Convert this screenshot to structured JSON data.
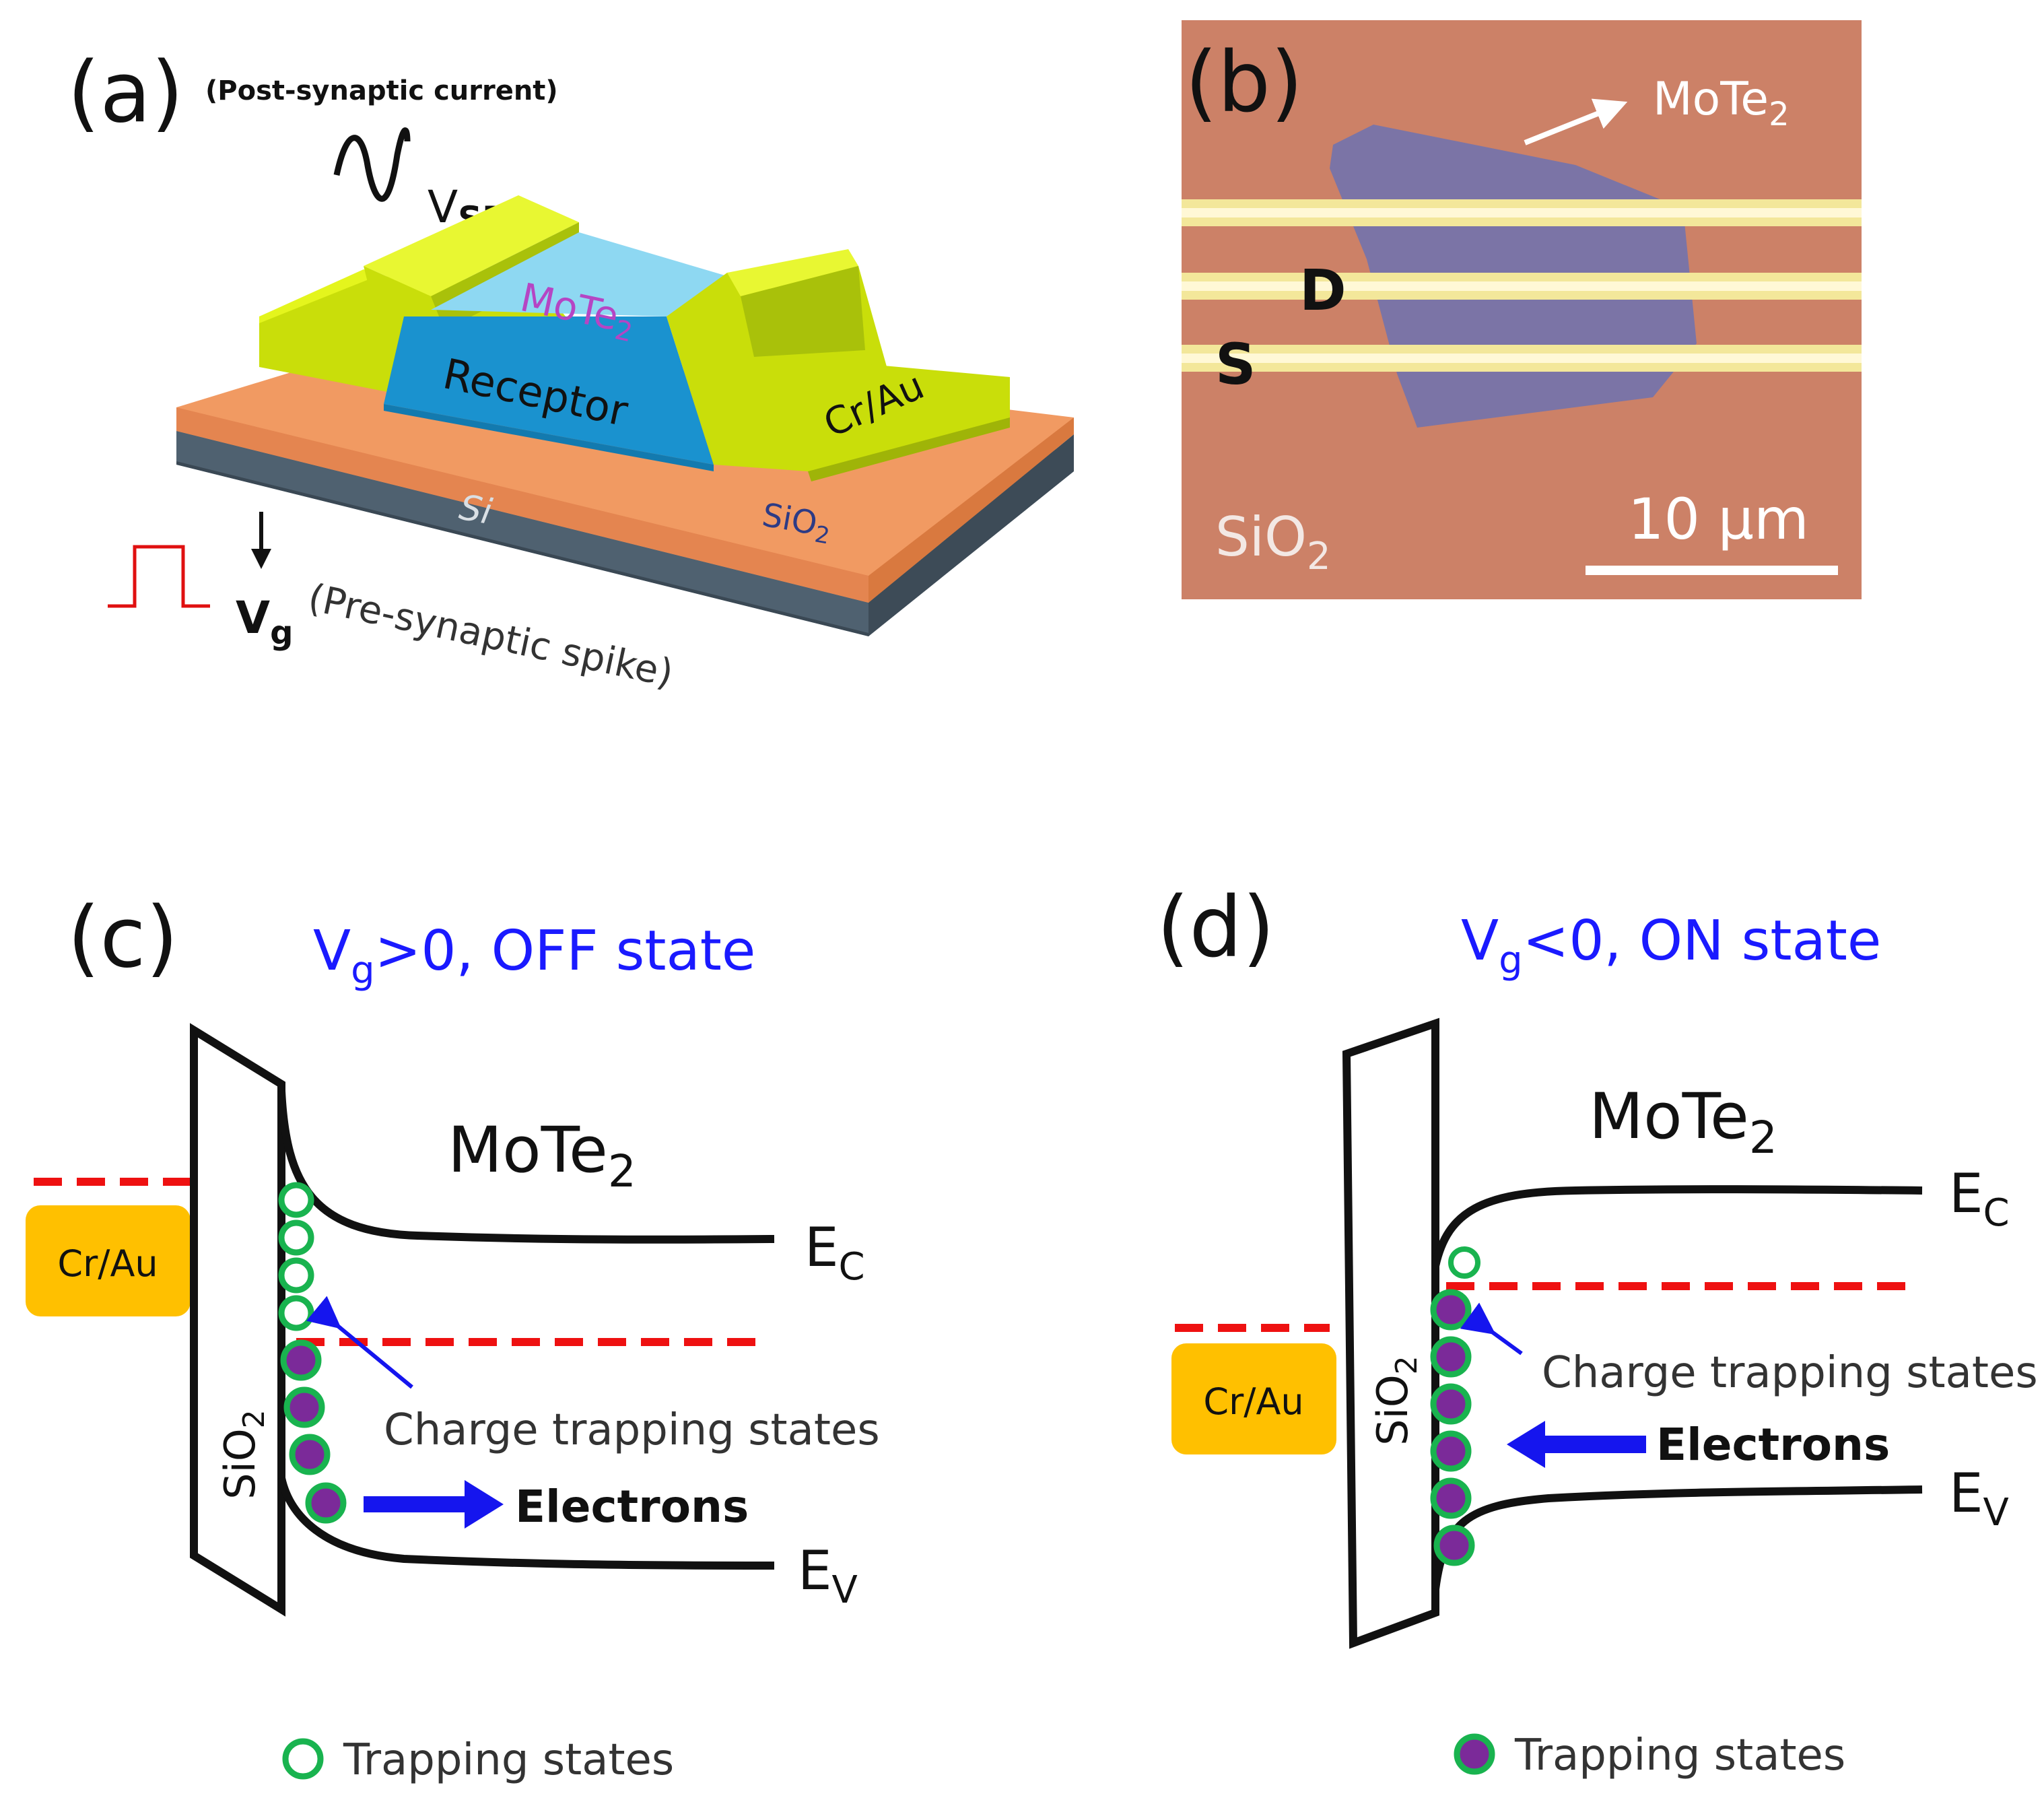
{
  "colors": {
    "gold": "#d8ef0c",
    "gold_dark": "#a9c10a",
    "receptor": "#1a92cf",
    "mote2_layer": "#8ed8f2",
    "sio2_layer": "#f19a62",
    "si_layer": "#4f6170",
    "micro_bg": "#c97d63",
    "flake": "#7b74a6",
    "electrode": "#f3e79a",
    "contact_box": "#ffc000",
    "blue_text": "#1a1aff",
    "red_dash": "#ee1111",
    "green_ring": "#19b34f",
    "trap_fill": "#7b2a99",
    "arrow_blue": "#1515ee",
    "magenta_text": "#b545c4"
  },
  "panel_a": {
    "tag": "(a)",
    "top_note": "(Post-synaptic current)",
    "vsd": {
      "main": "V",
      "sub": "SD"
    },
    "vg": {
      "main": "V",
      "sub": "g"
    },
    "bottom_note": "(Pre-synaptic spike)",
    "mote2": {
      "main": "MoTe",
      "sub": "2"
    },
    "receptor": "Receptor",
    "electrode": "Cr/Au",
    "sio2": {
      "main": "SiO",
      "sub": "2"
    },
    "si": "Si"
  },
  "panel_b": {
    "tag": "(b)",
    "flake": {
      "main": "MoTe",
      "sub": "2"
    },
    "drain": "D",
    "source": "S",
    "substrate": {
      "main": "SiO",
      "sub": "2"
    },
    "scalebar": "10 μm"
  },
  "panel_c": {
    "tag": "(c)",
    "title": {
      "main": "V",
      "sub": "g",
      "rest": ">0, OFF state"
    },
    "material": {
      "main": "MoTe",
      "sub": "2"
    },
    "contact": "Cr/Au",
    "oxide": {
      "main": "SiO",
      "sub": "2"
    },
    "ec": {
      "main": "E",
      "sub": "C"
    },
    "ev": {
      "main": "E",
      "sub": "V"
    },
    "trap_label": "Charge trapping states",
    "carrier": "Electrons",
    "legend": "Trapping states"
  },
  "panel_d": {
    "tag": "(d)",
    "title": {
      "main": "V",
      "sub": "g",
      "rest": "<0, ON state"
    },
    "material": {
      "main": "MoTe",
      "sub": "2"
    },
    "contact": "Cr/Au",
    "oxide": {
      "main": "SiO",
      "sub": "2"
    },
    "ec": {
      "main": "E",
      "sub": "C"
    },
    "ev": {
      "main": "E",
      "sub": "V"
    },
    "trap_label": "Charge trapping states",
    "carrier": "Electrons",
    "legend": "Trapping states"
  }
}
